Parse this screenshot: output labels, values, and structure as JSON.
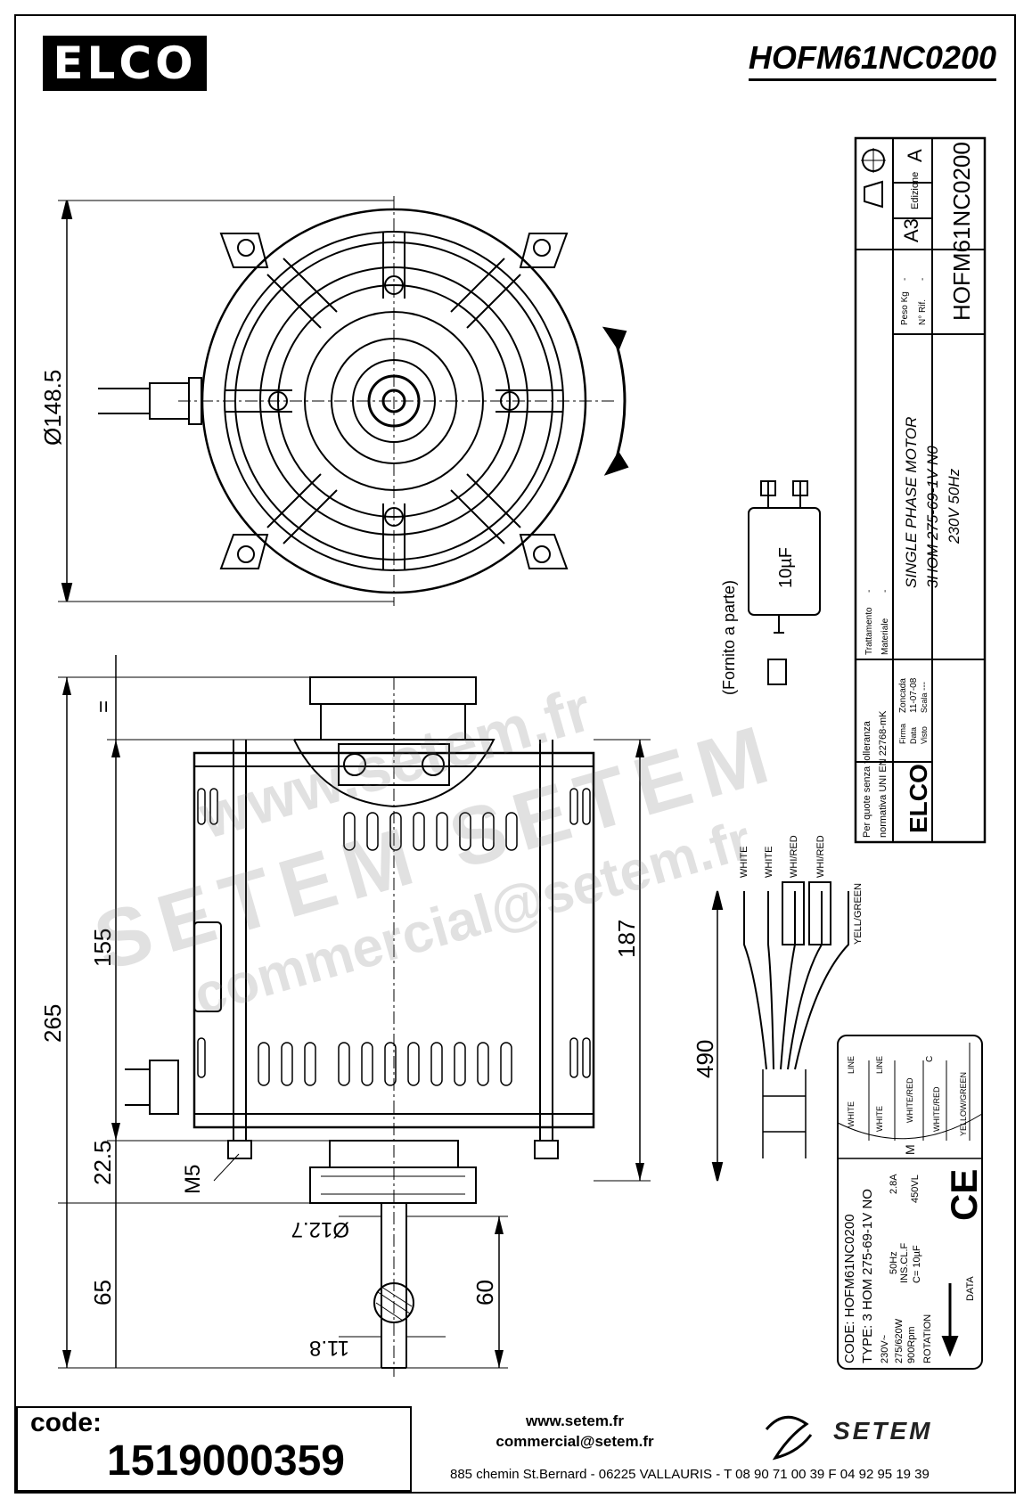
{
  "header": {
    "brand": "ELCO",
    "model": "HOFM61NC0200"
  },
  "title_block": {
    "format": "A3",
    "edition_label": "Edizione",
    "edition_value": "A",
    "weight_label": "Peso Kg",
    "weight_value": "-",
    "ref_label": "N° Rif.",
    "ref_value": "-",
    "model": "HOFM61NC0200",
    "treatment_label": "Trattamento",
    "treatment_value": "-",
    "material_label": "Materiale",
    "material_value": "-",
    "description_line1": "SINGLE PHASE MOTOR",
    "description_line2": "3HOM 275-69-1V N0",
    "description_line3": "230V  50Hz",
    "tolerance_line1": "Per quote senza tolleranza",
    "tolerance_line2": "normativa UNI EN 22768-mK",
    "signature_label": "Firma",
    "signature_value": "Zoncada",
    "date_label": "Data",
    "date_value": "11-07-08",
    "visto_label": "Visto",
    "scale_label": "Scala",
    "scale_value": "---",
    "logo": "ELCO"
  },
  "dimensions": {
    "diameter": "Ø148.5",
    "total_length": "265",
    "body_length": "155",
    "body_with_flange": "187",
    "equal_mark": "=",
    "flange": "22.5",
    "screw": "M5",
    "shaft_diameter": "Ø12.7",
    "shaft_length": "65",
    "shaft_flat_length": "60",
    "shaft_flat": "11.8",
    "cable_length": "490"
  },
  "capacitor": {
    "value": "10µF",
    "note": "(Fornito a parte)"
  },
  "wires": {
    "w1": "WHITE",
    "w2": "WHITE",
    "w3": "WHI/RED",
    "w4": "WHI/RED",
    "w5": "YELL/GREEN"
  },
  "nameplate": {
    "code": "CODE: HOFM61NC0200",
    "type": "TYPE: 3 HOM 275-69-1V  NO",
    "voltage": "230V~",
    "frequency": "50Hz",
    "current": "2.8A",
    "power": "275/620W",
    "insulation": "INS.CL.F",
    "rpm": "900Rpm",
    "capacitor": "C= 10µF",
    "cap_voltage": "450VL",
    "rotation": "ROTATION",
    "data": "DATA",
    "ce": "CE",
    "diagram_line1": "LINE",
    "diagram_line2": "LINE",
    "diagram_white1": "WHITE",
    "diagram_white2": "WHITE",
    "diagram_whitered1": "WHITE/RED",
    "diagram_whitered2": "WHITE/RED",
    "diagram_yellowgreen": "YELLOW/GREEN",
    "diagram_c": "C",
    "diagram_m": "M"
  },
  "footer": {
    "code_label": "code:",
    "code_value": "1519000359",
    "website": "www.setem.fr",
    "email": "commercial@setem.fr",
    "company": "SETEM",
    "address": "885 chemin St.Bernard  -  06225 VALLAURIS  -  T 08 90 71 00 39   F 04 92 95 19 39"
  },
  "watermark": {
    "line1": "www.setem.fr",
    "line2": "SETEM SETEM",
    "line3": "commercial@setem.fr"
  }
}
